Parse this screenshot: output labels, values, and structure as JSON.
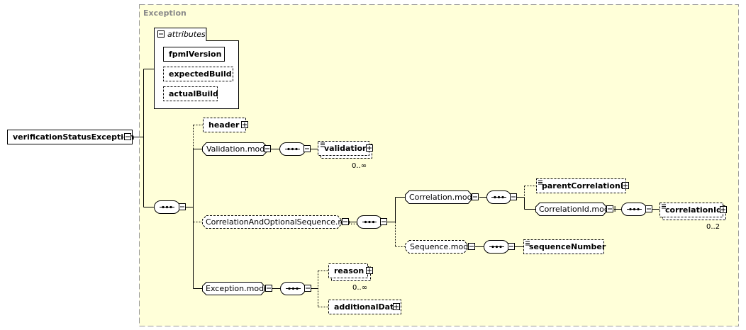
{
  "diagram": {
    "group_title": "Exception",
    "root": {
      "label": "verificationStatusException"
    },
    "attributes": {
      "title": "attributes",
      "items": [
        "fpmlVersion",
        "expectedBuild",
        "actualBuild"
      ]
    },
    "nodes": {
      "header": "header",
      "validation_model": "Validation.model",
      "validation": "validation",
      "validation_mult": "0..∞",
      "correlation_seq_model": "CorrelationAndOptionalSequence.mo…",
      "correlation_model": "Correlation.model",
      "parent_correlation_id": "parentCorrelationId",
      "correlation_id_model": "CorrelationId.model",
      "correlation_id": "correlationId",
      "correlation_id_mult": "0..2",
      "sequence_model": "Sequence.model",
      "sequence_number": "sequenceNumber",
      "exception_model": "Exception.model",
      "reason": "reason",
      "reason_mult": "0..∞",
      "additional_data": "additionalData"
    }
  }
}
